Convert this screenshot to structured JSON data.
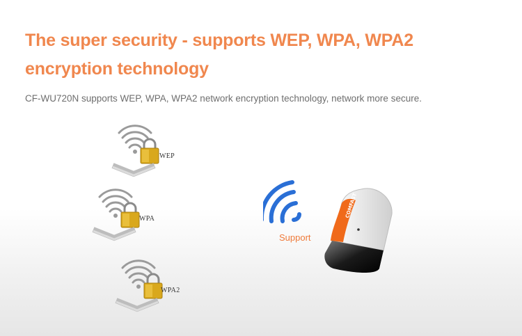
{
  "header": {
    "title": "The super security - supports WEP, WPA, WPA2 encryption technology",
    "subtitle": "CF-WU720N supports WEP, WPA, WPA2 network encryption technology, network more secure."
  },
  "encryptions": [
    {
      "label": "WEP"
    },
    {
      "label": "WPA"
    },
    {
      "label": "WPA2"
    }
  ],
  "support": {
    "label": "Support"
  },
  "adapter": {
    "brand": "COMFAST"
  },
  "colors": {
    "accent": "#f0874e",
    "support_text": "#ef7a3a",
    "signal_blue": "#2a6fd6",
    "lock_gold": "#d9a81c"
  }
}
